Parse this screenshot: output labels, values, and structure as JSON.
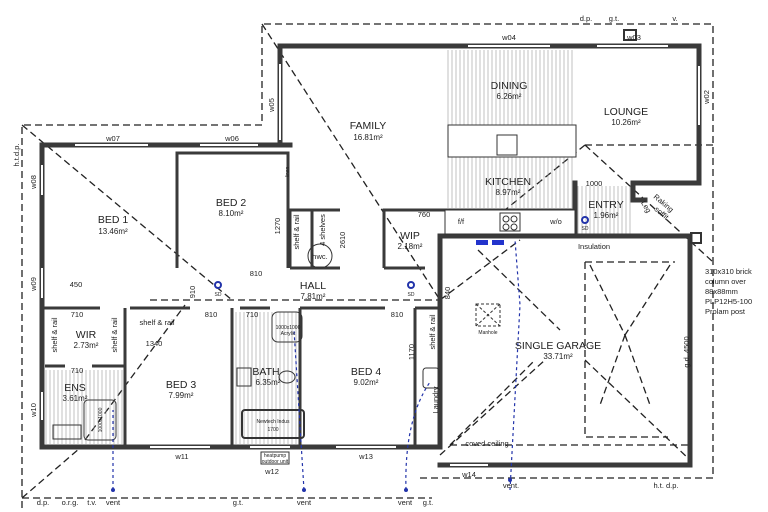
{
  "rooms": {
    "family": {
      "name": "FAMILY",
      "area": "16.81m²"
    },
    "dining": {
      "name": "DINING",
      "area": "6.26m²"
    },
    "lounge": {
      "name": "LOUNGE",
      "area": "10.26m²"
    },
    "kitchen": {
      "name": "KITCHEN",
      "area": "8.97m²"
    },
    "entry": {
      "name": "ENTRY",
      "area": "1.96m²"
    },
    "bed1": {
      "name": "BED 1",
      "area": "13.46m²"
    },
    "bed2": {
      "name": "BED 2",
      "area": "8.10m²"
    },
    "wip": {
      "name": "WIP",
      "area": "2.18m²"
    },
    "hall": {
      "name": "HALL",
      "area": "7.81m²"
    },
    "wir": {
      "name": "WIR",
      "area": "2.73m²"
    },
    "ens": {
      "name": "ENS",
      "area": "3.61m²"
    },
    "bed3": {
      "name": "BED 3",
      "area": "7.99m²"
    },
    "bath": {
      "name": "BATH",
      "area": "6.35m²"
    },
    "bed4": {
      "name": "BED 4",
      "area": "9.02m²"
    },
    "garage": {
      "name": "SINGLE GARAGE",
      "area": "33.71m²"
    }
  },
  "windows": {
    "w02": "w02",
    "w03": "w03",
    "w04": "w04",
    "w05": "w05",
    "w06": "w06",
    "w07": "w07",
    "w08": "w08",
    "w09": "w09",
    "w10": "w10",
    "w11": "w11",
    "w12": "w12",
    "w13": "w13",
    "w14": "w14"
  },
  "dims": {
    "d810a": "810",
    "d1270": "1270",
    "d710a": "710",
    "d710b": "710",
    "d810b": "810",
    "d710c": "710",
    "d810c": "810",
    "d450": "450",
    "d1340": "1340",
    "d760": "760",
    "d1000": "1000",
    "d840": "840",
    "d1170": "1170",
    "d910": "910",
    "d2610": "2610",
    "gd": "g.d. 4500"
  },
  "labels": {
    "shelf_rail": "shelf & rail",
    "shelves": "4 shelves",
    "hwc": "hwc.",
    "linen": "linen",
    "laundry": "Laundry",
    "ff": "f/f",
    "wo": "w/o",
    "insulation": "Insulation",
    "manhole": "Manhole",
    "coved": "coved ceiling",
    "raking": "Raking",
    "soffit": "soffit",
    "leg": "Leg",
    "sd": "SD",
    "bath_name": "Newtech Indus",
    "bath_size": "1700",
    "shower_size": "1000x1000",
    "shower_mat": "Acrylic",
    "heatpump1": "heatpump",
    "heatpump2": "outdoor unit"
  },
  "note": [
    "310x310 brick",
    "column over",
    "88x88mm",
    "PLP12H5-100",
    "Prolam post"
  ],
  "services": {
    "dp": "d.p.",
    "gt": "g.t.",
    "v": "v.",
    "org": "o.r.g.",
    "tv": "t.v.",
    "vent": "vent",
    "vent2": "vent.",
    "htdp": "h.t. d.p.",
    "htdp_left": "h.t.d.p."
  }
}
